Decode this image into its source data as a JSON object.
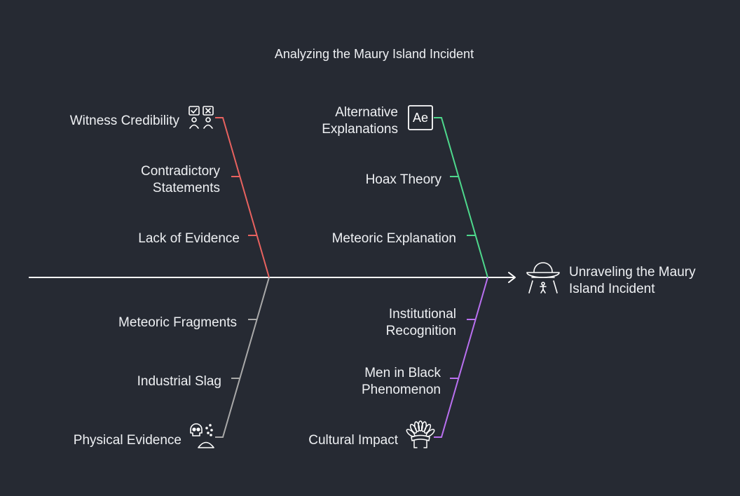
{
  "title": "Analyzing the Maury Island Incident",
  "outcome": {
    "label": "Unraveling the Maury Island Incident",
    "icon": "ufo-abduction-icon"
  },
  "colors": {
    "background": "#262a33",
    "spine": "#ffffff",
    "witness": "#e8625f",
    "alternative": "#4ed88c",
    "physical": "#a9a9a9",
    "cultural": "#b970f0"
  },
  "branches": {
    "witness": {
      "label": "Witness Credibility",
      "icon": "checkbox-people-icon",
      "causes": [
        "Contradictory Statements",
        "Lack of Evidence"
      ]
    },
    "alternative": {
      "label": "Alternative Explanations",
      "icon": "ae-text-icon",
      "causes": [
        "Hoax Theory",
        "Meteoric Explanation"
      ]
    },
    "physical": {
      "label": "Physical Evidence",
      "icon": "skull-sand-icon",
      "causes": [
        "Meteoric Fragments",
        "Industrial Slag"
      ]
    },
    "cultural": {
      "label": "Cultural Impact",
      "icon": "headdress-icon",
      "causes": [
        "Institutional Recognition",
        "Men in Black Phenomenon"
      ]
    }
  }
}
